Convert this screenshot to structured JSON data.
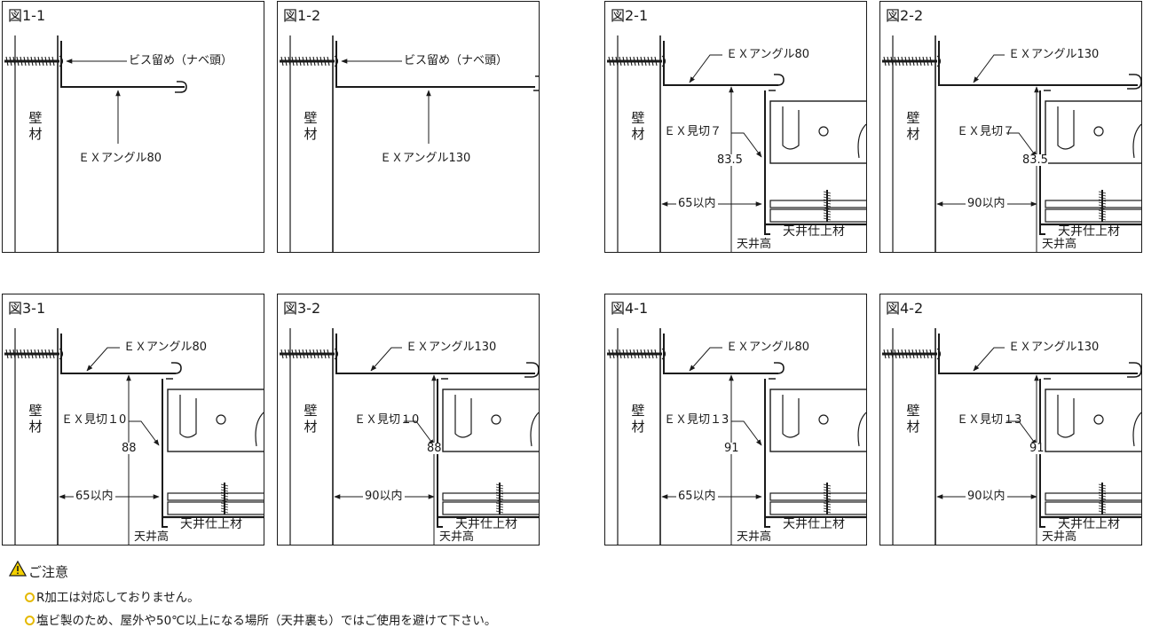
{
  "wall_label": "壁材",
  "screw_label": "ビス留め（ナベ頭）",
  "ceiling_finish_label": "天井仕上材",
  "ceiling_height_label": "天井高",
  "panels": [
    {
      "id": "1-1",
      "title": "図1-1",
      "type": "A",
      "angle": "ＥＸアングル80"
    },
    {
      "id": "1-2",
      "title": "図1-2",
      "type": "A",
      "angle": "ＥＸアングル130"
    },
    {
      "id": "2-1",
      "title": "図2-1",
      "type": "B",
      "angle": "ＥＸアングル80",
      "mikiri": "ＥＸ見切７",
      "height": "83.5",
      "offset": "65以内"
    },
    {
      "id": "2-2",
      "title": "図2-2",
      "type": "B",
      "angle": "ＥＸアングル130",
      "mikiri": "ＥＸ見切７",
      "height": "83.5",
      "offset": "90以内"
    },
    {
      "id": "3-1",
      "title": "図3-1",
      "type": "B",
      "angle": "ＥＸアングル80",
      "mikiri": "ＥＸ見切１0",
      "height": "88",
      "offset": "65以内"
    },
    {
      "id": "3-2",
      "title": "図3-2",
      "type": "B",
      "angle": "ＥＸアングル130",
      "mikiri": "ＥＸ見切１0",
      "height": "88",
      "offset": "90以内"
    },
    {
      "id": "4-1",
      "title": "図4-1",
      "type": "B",
      "angle": "ＥＸアングル80",
      "mikiri": "ＥＸ見切１3",
      "height": "91",
      "offset": "65以内"
    },
    {
      "id": "4-2",
      "title": "図4-2",
      "type": "B",
      "angle": "ＥＸアングル130",
      "mikiri": "ＥＸ見切１3",
      "height": "91",
      "offset": "90以内"
    }
  ],
  "notice": {
    "heading": "ご注意",
    "items": [
      "R加工は対応しておりません。",
      "塩ビ製のため、屋外や50℃以上になる場所（天井裏も）ではご使用を避けて下さい。"
    ]
  },
  "colors": {
    "line": "#1a1a1a",
    "warning_yellow": "#e5b900"
  }
}
